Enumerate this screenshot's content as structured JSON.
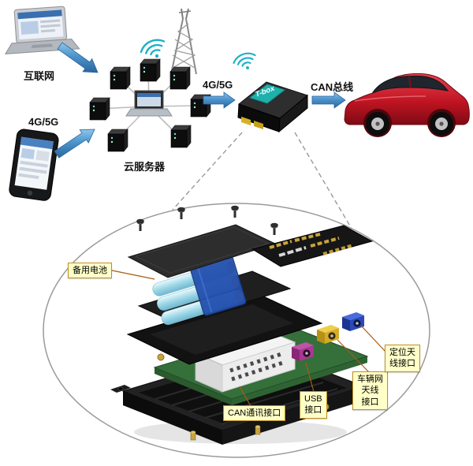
{
  "diagram": {
    "top": {
      "internet_label": "互联网",
      "phone_network_label": "4G/5G",
      "cloud_server_label": "云服务器",
      "server_tbox_link_label": "4G/5G",
      "tbox_car_link_label": "CAN总线",
      "tbox_device_label": "T-box"
    },
    "callouts": {
      "backup_battery": "备用电池",
      "can_interface": "CAN通讯接口",
      "usb_interface": "USB\n接口",
      "vehicle_network_antenna": "车辆网\n天线\n接口",
      "positioning_antenna": "定位天\n线接口"
    },
    "colors": {
      "arrow_blue": "#4a90c8",
      "wifi_teal": "#1fb0c8",
      "tbox_label_teal": "#1fb0ac",
      "car_red": "#c01422",
      "pcb_green": "#35703a",
      "callout_bg": "#ffffc8",
      "callout_border": "#c09020"
    }
  }
}
